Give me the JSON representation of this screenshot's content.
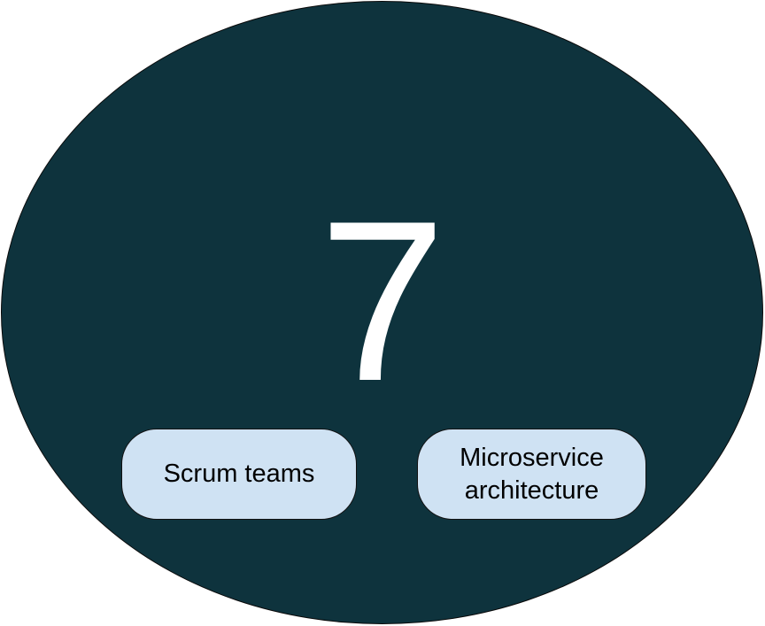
{
  "diagram": {
    "center_number": "7",
    "pills": [
      {
        "label": "Scrum teams"
      },
      {
        "label_line1": "Microservice",
        "label_line2": "architecture"
      }
    ]
  },
  "colors": {
    "ellipse_fill": "#0e333d",
    "pill_fill": "#cfe2f3",
    "number_color": "#ffffff"
  }
}
